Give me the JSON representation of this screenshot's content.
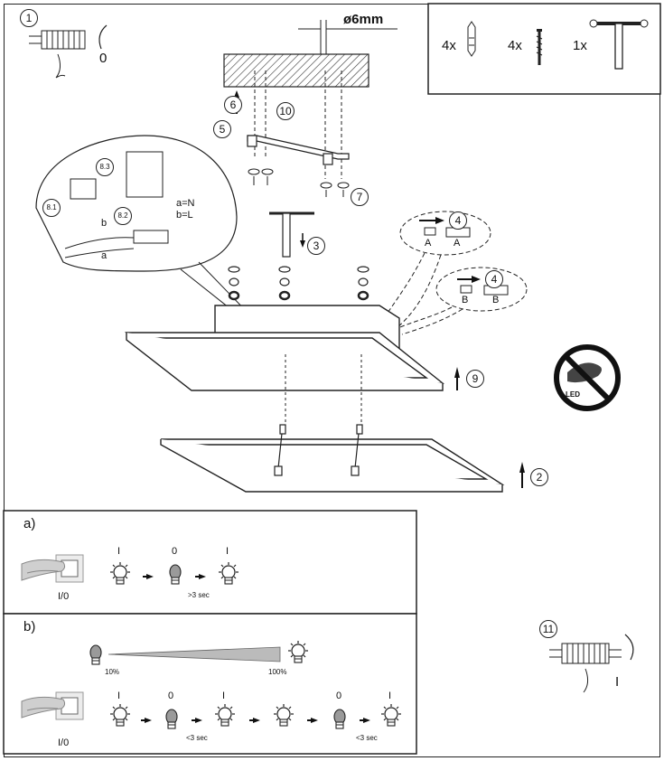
{
  "header": {
    "step1": "1",
    "step1_value": "0",
    "drill_size": "ø6mm"
  },
  "parts": {
    "dowel_qty": "4x",
    "screw_qty": "4x",
    "wrench_qty": "1x"
  },
  "steps": {
    "s2": "2",
    "s3": "3",
    "s4a": "4",
    "s4b": "4",
    "s5": "5",
    "s6": "6",
    "s7": "7",
    "s8_1": "8.1",
    "s8_2": "8.2",
    "s8_3": "8.3",
    "s9": "9",
    "s10": "10",
    "s11": "11"
  },
  "wiring": {
    "wire_b": "b",
    "wire_a": "a",
    "legend_n": "a=N",
    "legend_l": "b=L",
    "connector_a1": "A",
    "connector_a2": "A",
    "connector_b1": "B",
    "connector_b2": "B"
  },
  "led_badge": "LED",
  "panel_a": {
    "label": "a)",
    "switch_label": "I/0",
    "state1": "I",
    "state2": "0",
    "state3": "I",
    "timing": ">3 sec"
  },
  "panel_b": {
    "label": "b)",
    "dim_min": "10%",
    "dim_max": "100%",
    "switch_label": "I/0",
    "state1": "I",
    "state2": "0",
    "state3": "I",
    "state4": "0",
    "state5": "I",
    "timing1": "<3 sec",
    "timing2": "<3 sec"
  },
  "step11_value": "I"
}
